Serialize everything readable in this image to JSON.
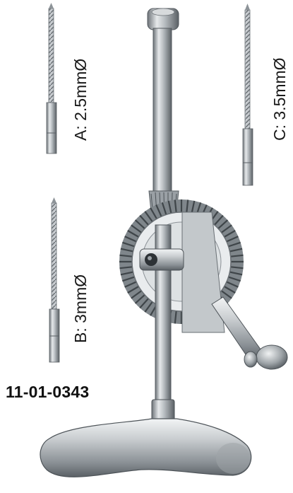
{
  "labels": {
    "drill_a": "A: 2.5mmØ",
    "drill_b": "B: 3mmØ",
    "drill_c": "C: 3.5mmØ"
  },
  "part_number": "11-01-0343",
  "colors": {
    "background": "#ffffff",
    "metal": "#b7bcc0",
    "metal_dark": "#5e656b",
    "text": "#1a1a1a"
  }
}
